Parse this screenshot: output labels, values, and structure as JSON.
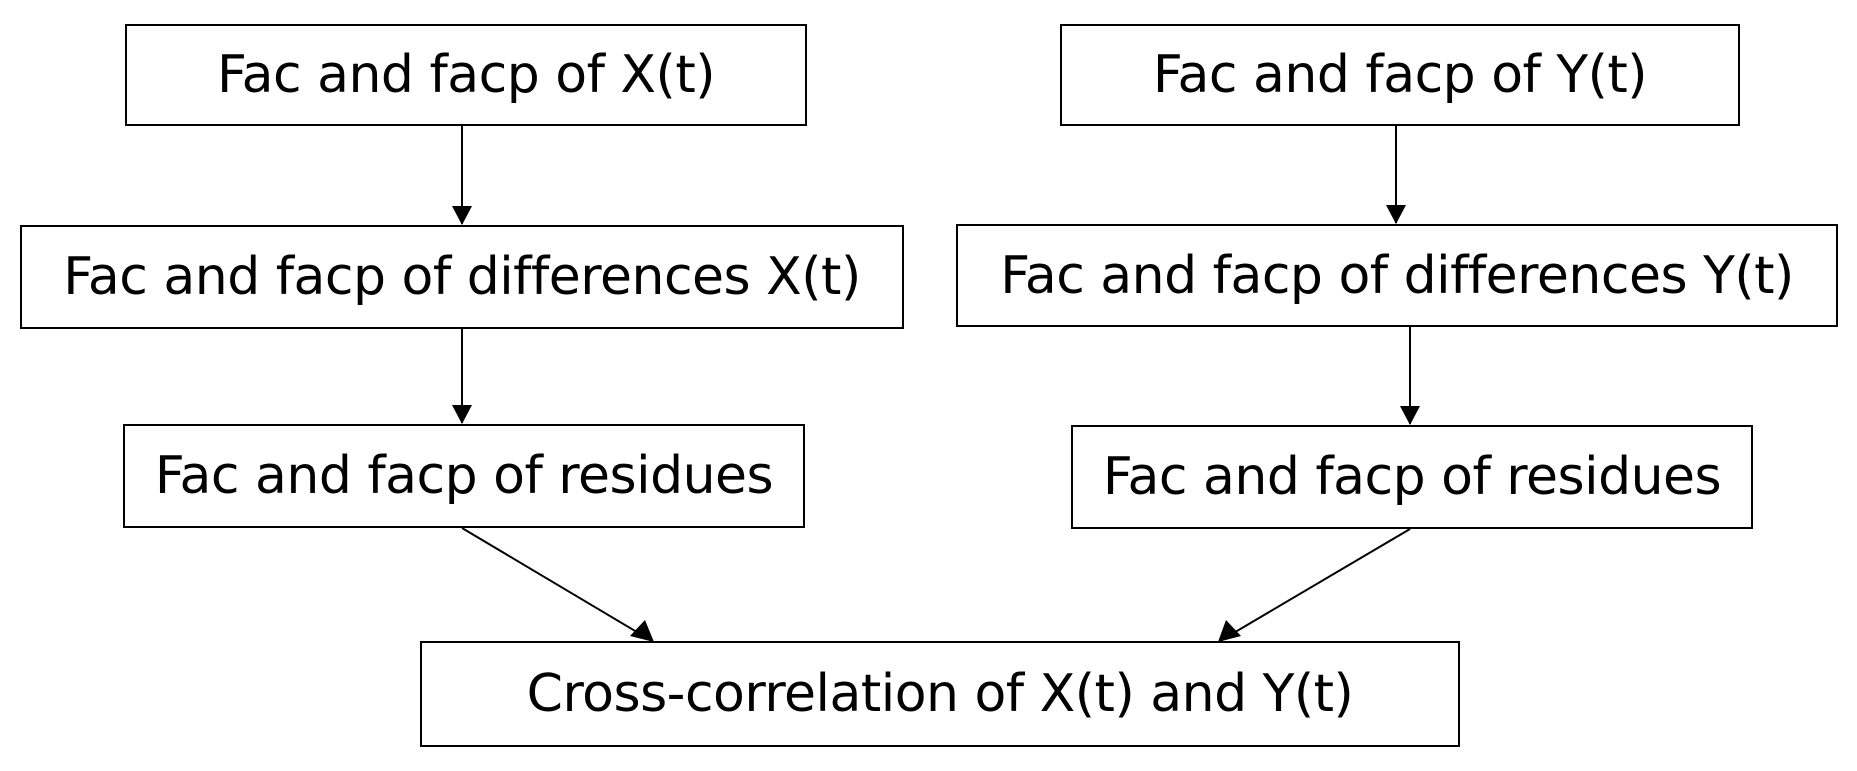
{
  "diagram": {
    "x_branch": {
      "acf_pacf": "Fac and facp of X(t)",
      "differences": "Fac and facp of differences X(t)",
      "residues": "Fac and facp of residues"
    },
    "y_branch": {
      "acf_pacf": "Fac and facp of Y(t)",
      "differences": "Fac and facp of differences Y(t)",
      "residues": "Fac and facp of residues"
    },
    "result": "Cross-correlation of X(t) and Y(t)",
    "colors": {
      "stroke": "#000000",
      "background": "#ffffff"
    }
  }
}
